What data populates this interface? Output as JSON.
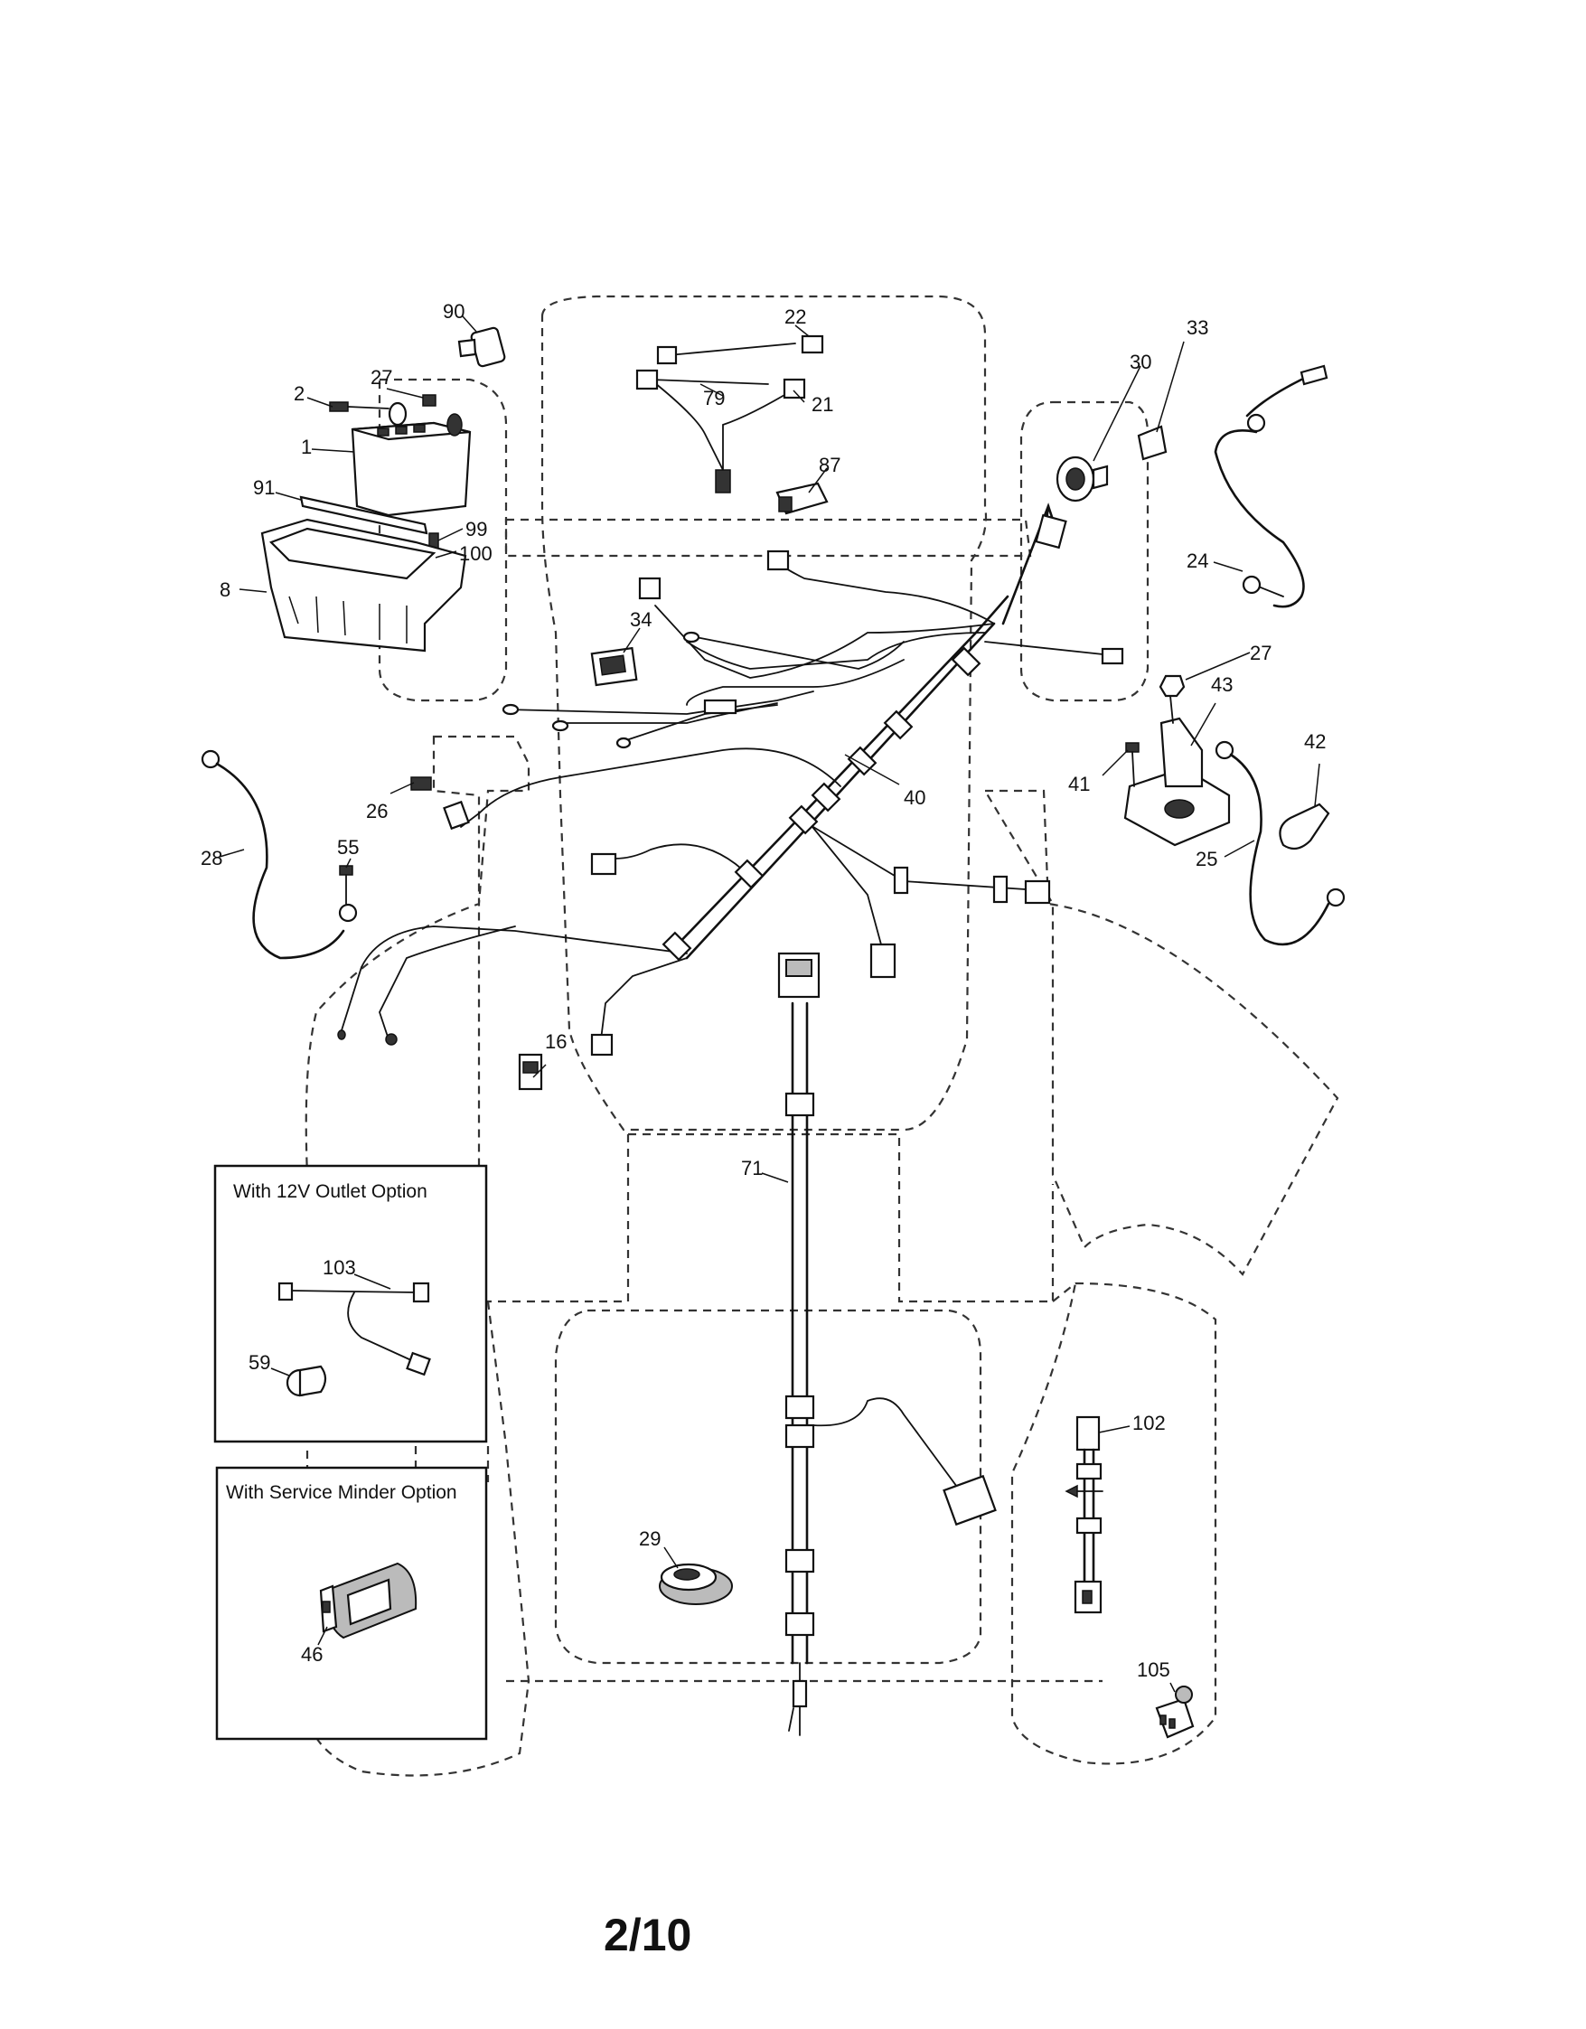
{
  "page_number": "2/10",
  "options": {
    "outlet_title": "With 12V Outlet Option",
    "service_title": "With Service Minder Option"
  },
  "callouts": {
    "c90": "90",
    "c22": "22",
    "c33": "33",
    "c30": "30",
    "c2": "2",
    "c27a": "27",
    "c79": "79",
    "c21": "21",
    "c1": "1",
    "c87": "87",
    "c91": "91",
    "c99": "99",
    "c100": "100",
    "c8": "8",
    "c24": "24",
    "c34": "34",
    "c27b": "27",
    "c43": "43",
    "c42": "42",
    "c41": "41",
    "c40": "40",
    "c26": "26",
    "c28": "28",
    "c55": "55",
    "c25": "25",
    "c16": "16",
    "c71": "71",
    "c103": "103",
    "c59": "59",
    "c102": "102",
    "c29": "29",
    "c46": "46",
    "c105": "105"
  }
}
